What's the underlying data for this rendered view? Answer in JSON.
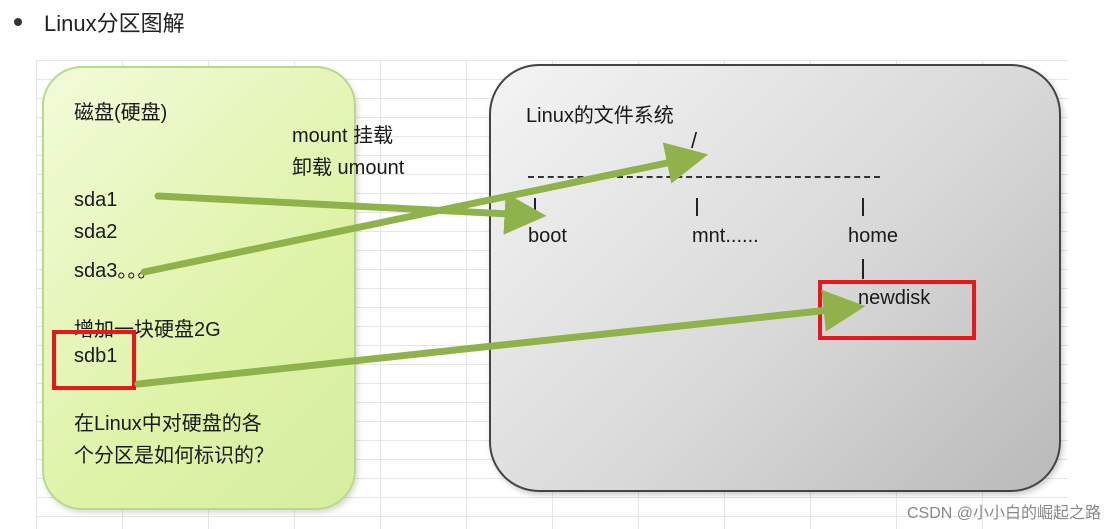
{
  "heading": "Linux分区图解",
  "disk": {
    "title": "磁盘(硬盘)",
    "partitions": [
      "sda1",
      "sda2",
      "sda3。。。"
    ],
    "add_disk": "增加一块硬盘2G",
    "new_partition": "sdb1",
    "question_line1": "在Linux中对硬盘的各",
    "question_line2": "个分区是如何标识的？"
  },
  "mount": {
    "mount_label": "mount 挂载",
    "umount_label": "卸载 umount"
  },
  "filesystem": {
    "title": "Linux的文件系统",
    "slash": "/",
    "dirs": [
      "boot",
      "mnt......",
      "home"
    ],
    "subdir": "newdisk"
  },
  "colors": {
    "arrow": "#8fb34a",
    "highlight": "#e51919",
    "disk_fill": "#dff3a9",
    "fs_fill": "#d9d9d9"
  },
  "watermark": "CSDN @小小白的崛起之路"
}
